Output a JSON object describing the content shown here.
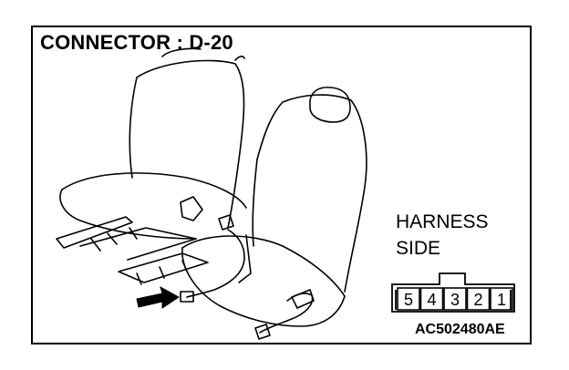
{
  "diagram": {
    "title": "CONNECTOR : D-20",
    "harness_label_line1": "HARNESS",
    "harness_label_line2": "SIDE",
    "figure_code": "AC502480AE",
    "connector_pins": [
      "5",
      "4",
      "3",
      "2",
      "1"
    ]
  }
}
